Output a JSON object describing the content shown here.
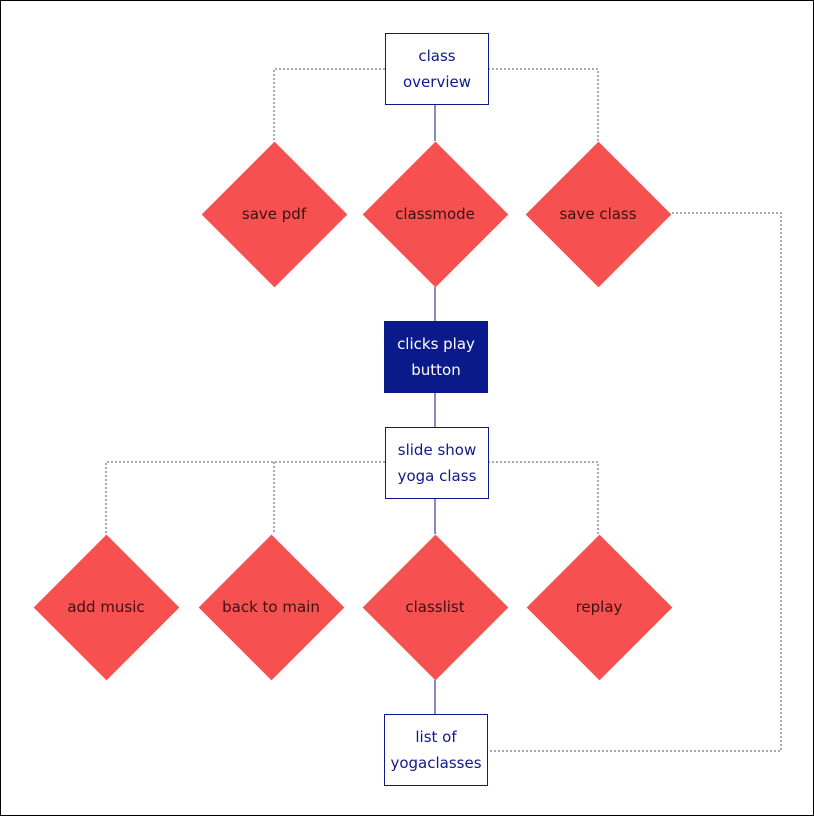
{
  "colors": {
    "box_border": "#0b1a8a",
    "box_text": "#0b1a8a",
    "filled_box": "#0b1a8a",
    "diamond_fill": "#f75050",
    "diamond_text": "#3a1010",
    "connector": "#0b1a8a",
    "dotted_connector": "#555555"
  },
  "nodes": {
    "class_overview": "class overview",
    "save_pdf": "save pdf",
    "classmode": "classmode",
    "save_class": "save class",
    "clicks_play_button": "clicks play button",
    "slide_show_yoga_class": "slide show yoga class",
    "add_music": "add music",
    "back_to_main": "back to main",
    "classlist": "classlist",
    "replay": "replay",
    "list_of_yogaclasses": "list of yogaclasses"
  }
}
